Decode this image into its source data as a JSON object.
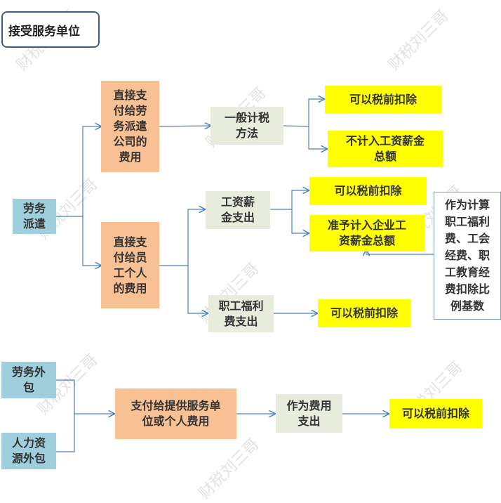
{
  "title": "接受服务单位",
  "watermark": "财税刘三哥",
  "nodes": {
    "labor_dispatch": "劳务\n派遣",
    "pay_agency": "直接支\n付给劳\n务派遣\n公司的\n费用",
    "general_tax": "一般计税\n方法",
    "deduct_1": "可以税前扣除",
    "not_in_wage": "不计入工资薪金\n总额",
    "pay_staff": "直接支\n付给员\n工个人\n的费用",
    "wage_expense": "工资薪\n金支出",
    "deduct_2": "可以税前扣除",
    "count_in_wage": "准予计入企业工\n资薪金总额",
    "note": "作为计算\n职工福利\n费、工会\n经费、职\n工教育经\n费扣除比\n例基数",
    "welfare_expense": "职工福利\n费支出",
    "deduct_3": "可以税前扣除",
    "labor_outsource": "劳务外\n包",
    "hr_outsource": "人力资\n源外包",
    "pay_provider": "支付给提供服务单\n位或个人费用",
    "as_expense": "作为费用\n支出",
    "deduct_4": "可以税前扣除"
  },
  "colors": {
    "blue": "#9fcfdc",
    "orange": "#f8c194",
    "grey": "#e8ecdc",
    "yellow": "#ffff00",
    "line": "#4a7fc1"
  }
}
